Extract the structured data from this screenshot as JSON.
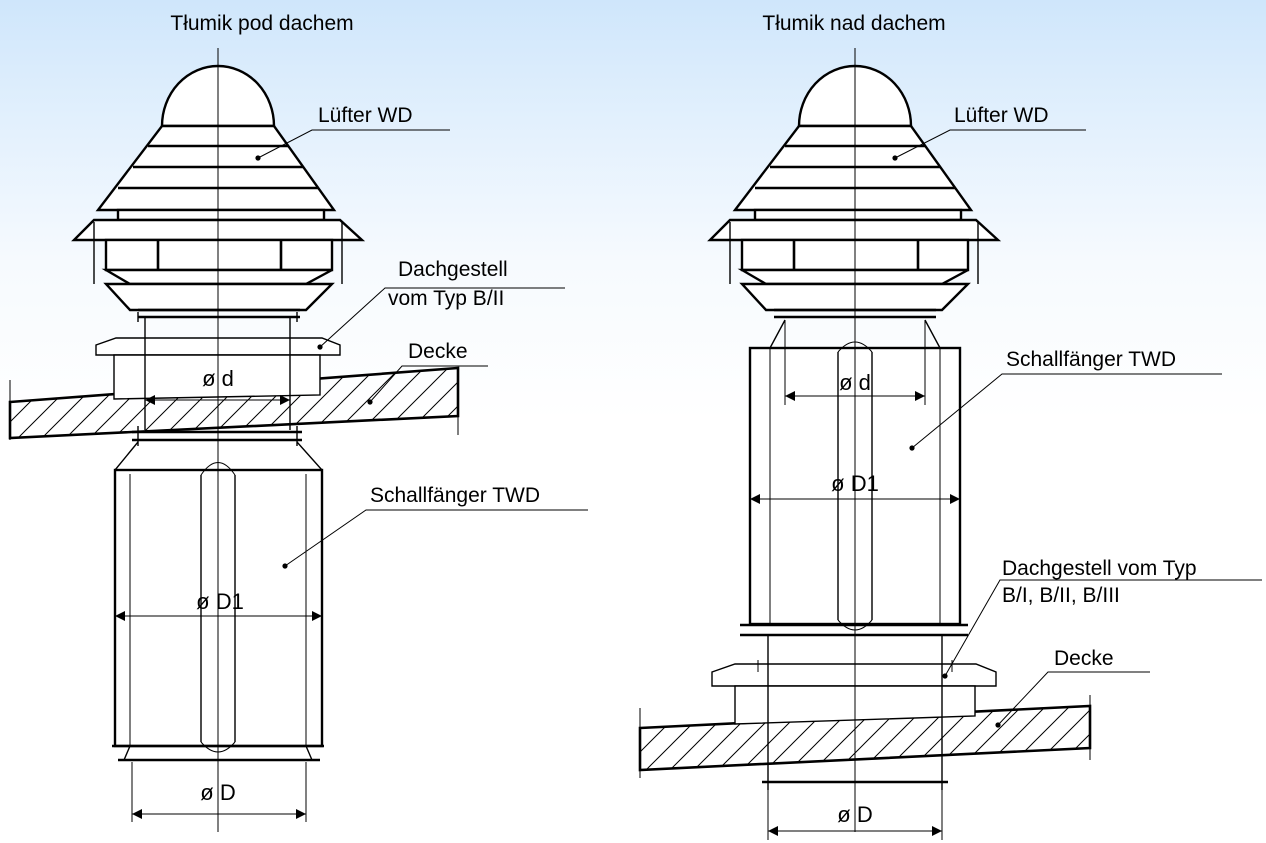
{
  "left": {
    "title": "Tłumik pod dachem",
    "fan_label": "Lüfter WD",
    "frame_label_1": "Dachgestell",
    "frame_label_2": "vom Typ B/II",
    "ceiling_label": "Decke",
    "silencer_label": "Schallfänger TWD",
    "dim_d": "ø d",
    "dim_D1": "ø D1",
    "dim_D": "ø D"
  },
  "right": {
    "title": "Tłumik nad dachem",
    "fan_label": "Lüfter WD",
    "silencer_label": "Schallfänger TWD",
    "frame_label_1": "Dachgestell vom Typ",
    "frame_label_2": "B/I, B/II, B/III",
    "ceiling_label": "Decke",
    "dim_d": "ø d",
    "dim_D1": "ø D1",
    "dim_D": "ø D"
  }
}
